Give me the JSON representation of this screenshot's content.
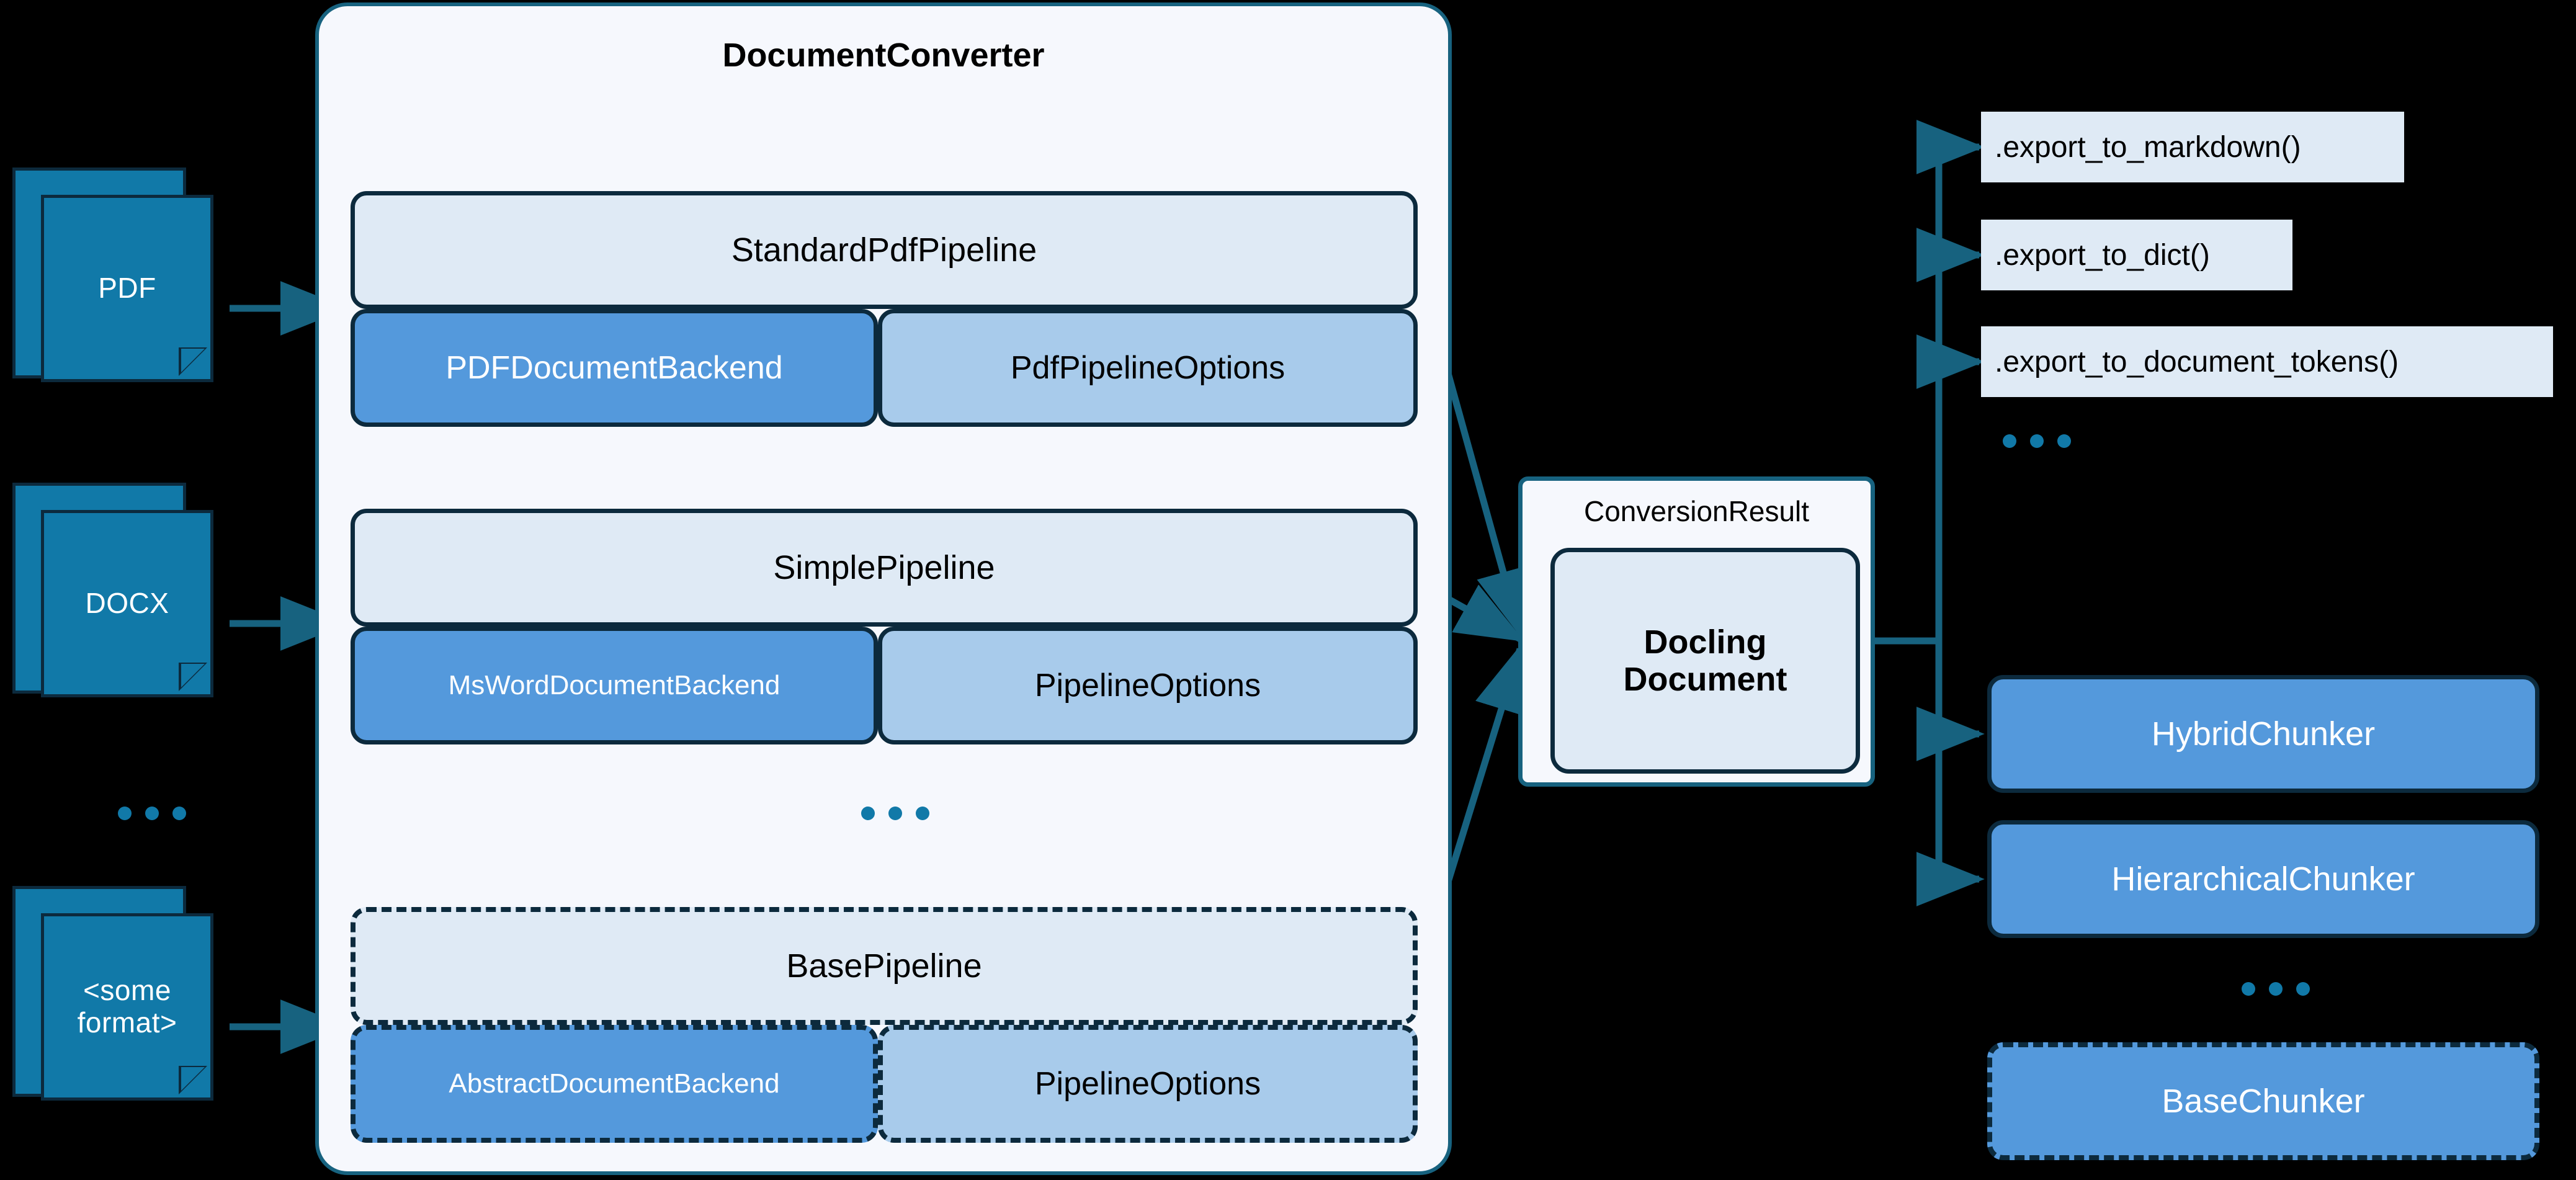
{
  "inputs": {
    "documents": [
      {
        "label": "PDF",
        "multiline": false
      },
      {
        "label": "DOCX",
        "multiline": false
      },
      {
        "label": "<some format>",
        "line1": "<some",
        "line2": "format>",
        "multiline": true
      }
    ],
    "ellipsis": "..."
  },
  "converter": {
    "title": "DocumentConverter",
    "ellipsis": "...",
    "pipelines": [
      {
        "name": "StandardPdfPipeline",
        "backend": "PDFDocumentBackend",
        "options": "PdfPipelineOptions",
        "abstract": false
      },
      {
        "name": "SimplePipeline",
        "backend": "MsWordDocumentBackend",
        "options": "PipelineOptions",
        "abstract": false
      },
      {
        "name": "BasePipeline",
        "backend": "AbstractDocumentBackend",
        "options": "PipelineOptions",
        "abstract": true
      }
    ]
  },
  "result": {
    "label": "ConversionResult",
    "document_line1": "Docling",
    "document_line2": "Document"
  },
  "exports": {
    "items": [
      {
        "label": ".export_to_markdown()"
      },
      {
        "label": ".export_to_dict()"
      },
      {
        "label": ".export_to_document_tokens()"
      }
    ],
    "ellipsis": "..."
  },
  "chunkers": {
    "items": [
      {
        "label": "HybridChunker",
        "abstract": false
      },
      {
        "label": "HierarchicalChunker",
        "abstract": false
      },
      {
        "label": "BaseChunker",
        "abstract": true
      }
    ],
    "ellipsis": "..."
  },
  "colors": {
    "background": "#000000",
    "doc_fill": "#1179a8",
    "doc_stroke": "#0c2a3d",
    "panel_fill": "#f6f8fd",
    "panel_stroke": "#17627f",
    "pipeline_head_fill": "#dfeaf5",
    "backend_fill": "#5499dc",
    "options_fill": "#a8cbeb",
    "box_stroke": "#0c2a3d",
    "connector": "#17627f",
    "export_fill": "#dfeaf5",
    "chunker_fill": "#5499dc"
  }
}
